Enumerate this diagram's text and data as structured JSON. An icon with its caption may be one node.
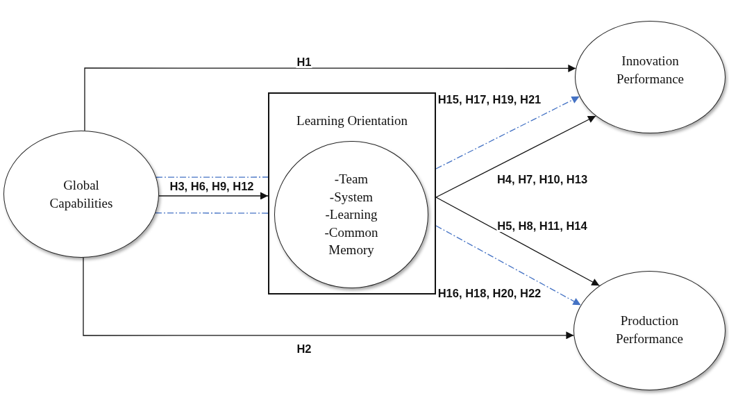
{
  "diagram": {
    "nodes": [
      {
        "text": [
          "Global Capabilities"
        ]
      },
      {
        "text": [
          "Learning Orientation"
        ]
      },
      {
        "text": [
          "-Team -System -Learning -Common Memory"
        ],
        "in": 1
      },
      {
        "text": [
          "Innovation Performance"
        ]
      },
      {
        "text": [
          "Production Performance"
        ]
      }
    ],
    "edges": [
      {
        "from": 0,
        "to": 3,
        "arrow": "to",
        "label": "H1"
      },
      {
        "from": 0,
        "to": 4,
        "arrow": "to",
        "label": "H2"
      },
      {
        "from": 0,
        "to": 1,
        "arrow": "to",
        "label": "H3, H6, H9, H12"
      },
      {
        "from": 0,
        "to": 1,
        "arrow": "none",
        "style": "dashed",
        "color": "#4472c4"
      },
      {
        "from": 0,
        "to": 1,
        "arrow": "none",
        "style": "dashed",
        "color": "#4472c4"
      },
      {
        "from": 1,
        "to": 3,
        "arrow": "to",
        "style": "dashed",
        "color": "#4472c4",
        "label": "H15, H17, H19, H21"
      },
      {
        "from": 1,
        "to": 3,
        "arrow": "to",
        "label": "H4, H7, H10, H13"
      },
      {
        "from": 1,
        "to": 4,
        "arrow": "to",
        "label": "H5, H8, H11, H14"
      },
      {
        "from": 1,
        "to": 4,
        "arrow": "to",
        "style": "dashed",
        "color": "#4472c4",
        "label": "H16, H18, H20, H22"
      }
    ]
  }
}
